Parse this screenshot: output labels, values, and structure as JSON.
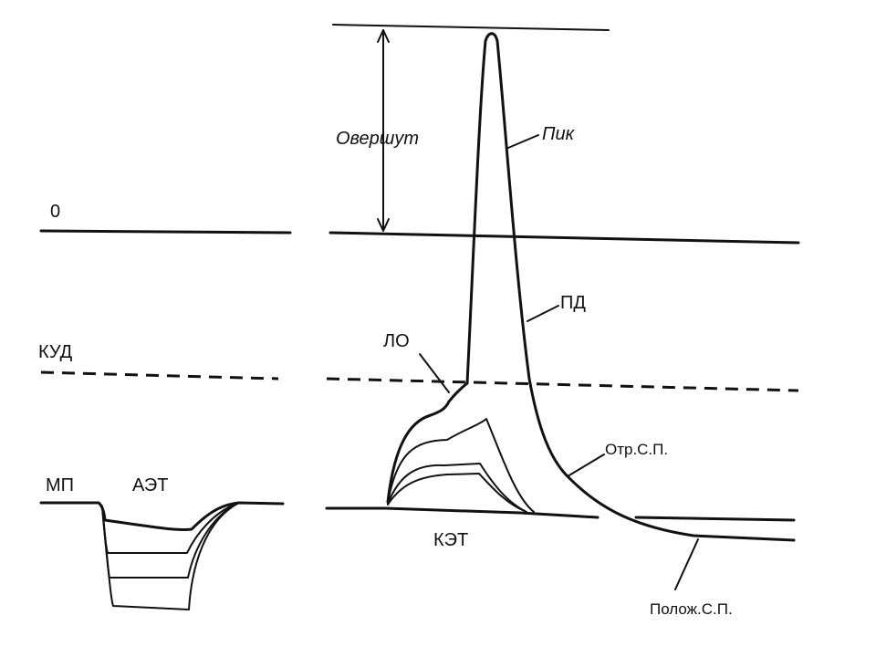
{
  "labels": {
    "zero": "0",
    "threshold": "КУД",
    "resting": "МП",
    "hyperpol_potentials": "АЭТ",
    "depol_potentials": "КЭТ",
    "overshoot": "Овершут",
    "peak": "Пик",
    "action_potential": "ПД",
    "local_response": "ЛО",
    "negative_trace": "Отр.С.П.",
    "positive_trace": "Полож.С.П."
  }
}
